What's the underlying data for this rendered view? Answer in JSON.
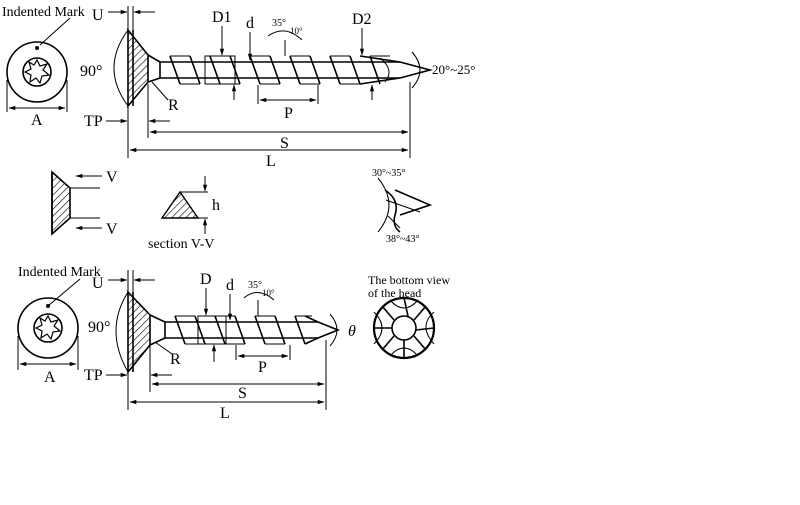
{
  "top_drawing": {
    "indented_mark": "Indented Mark",
    "u": "U",
    "d1": "D1",
    "d": "d",
    "d2": "D2",
    "angle_35": "35°",
    "angle_10": "10°",
    "angle_90": "90°",
    "angle_tip": "20°~25°",
    "r": "R",
    "a": "A",
    "tp": "TP",
    "p": "P",
    "s": "S",
    "l": "L"
  },
  "section_detail": {
    "v_top": "V",
    "v_bottom": "V",
    "h": "h",
    "caption": "section V-V"
  },
  "tip_detail": {
    "angle_top": "30°~35°",
    "angle_bottom": "38°~43°"
  },
  "bottom_drawing": {
    "indented_mark": "Indented Mark",
    "u": "U",
    "d": "D",
    "d_small": "d",
    "angle_35": "35°",
    "angle_10": "10°",
    "angle_90": "90°",
    "theta": "θ",
    "r": "R",
    "a": "A",
    "tp": "TP",
    "p": "P",
    "s": "S",
    "l": "L",
    "bottom_view_line1": "The bottom view",
    "bottom_view_line2": "of the head"
  }
}
